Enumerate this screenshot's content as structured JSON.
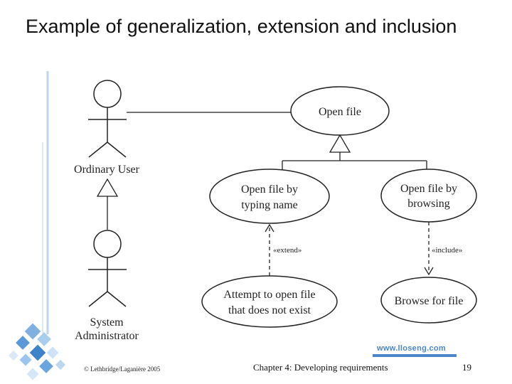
{
  "slide": {
    "title": "Example of generalization, extension and inclusion",
    "footer_left": "© Lethbridge/Laganière 2005",
    "footer_center": "Chapter 4: Developing requirements",
    "page_number": "19",
    "url": "www.lloseng.com"
  },
  "diagram": {
    "actors": {
      "ordinary_user": "Ordinary User",
      "system_admin_line1": "System",
      "system_admin_line2": "Administrator"
    },
    "use_cases": {
      "open_file": "Open file",
      "open_by_name_line1": "Open file by",
      "open_by_name_line2": "typing name",
      "open_by_browsing_line1": "Open file by",
      "open_by_browsing_line2": "browsing",
      "attempt_line1": "Attempt to open file",
      "attempt_line2": "that does not exist",
      "browse_for_file": "Browse for file"
    },
    "stereotypes": {
      "extend": "«extend»",
      "include": "«include»"
    }
  },
  "colors": {
    "accent_blue": "#4a86c8",
    "light_blue": "#bcd6ee"
  }
}
